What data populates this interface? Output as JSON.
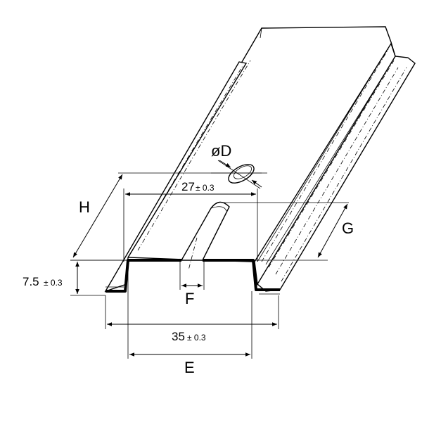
{
  "labels": {
    "H": "H",
    "G": "G",
    "F": "F",
    "E": "E",
    "hole": "øD",
    "height_value": "7.5",
    "height_tol": "± 0.3",
    "inner_width_value": "27",
    "inner_width_tol": "± 0.3",
    "outer_width_value": "35",
    "outer_width_tol": "± 0.3"
  },
  "colors": {
    "ink": "#000000",
    "paper": "#ffffff"
  }
}
